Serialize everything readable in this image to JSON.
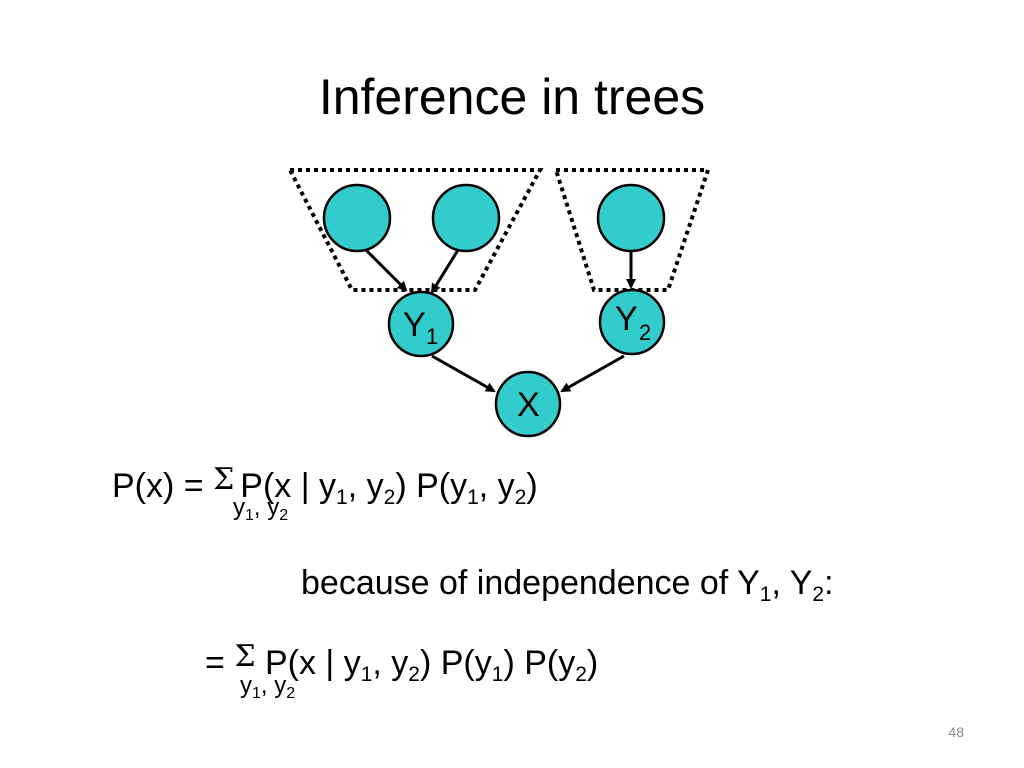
{
  "slide": {
    "title": "Inference in trees",
    "page_number": "48"
  },
  "diagram": {
    "node_fill": "#33cccc",
    "nodes": {
      "y1": {
        "label": "Y",
        "sub": "1"
      },
      "y2": {
        "label": "Y",
        "sub": "2"
      },
      "x": {
        "label": "X"
      }
    }
  },
  "equations": {
    "eq1": {
      "lhs": "P(x) = ",
      "sigma": "Σ",
      "p_open": "P(x | y",
      "sub_a": "1",
      "comma_a": ", y",
      "sub_b": "2",
      "mid": ") P(y",
      "sub_c": "1",
      "comma_c": ", y",
      "sub_d": "2",
      "close": ")",
      "under_y": "y",
      "under_sub1": "1",
      "under_comma": ", y",
      "under_sub2": "2"
    },
    "because": {
      "text": "because of independence of Y",
      "sub1": "1",
      "comma": ", Y",
      "sub2": "2",
      "colon": ":"
    },
    "eq2": {
      "lhs": "= ",
      "sigma": "Σ",
      "p_open": " P(x | y",
      "sub_a": "1",
      "comma_a": ", y",
      "sub_b": "2",
      "mid": ") P(y",
      "sub_c": "1",
      "mid2": ") P(y",
      "sub_d": "2",
      "close": ")",
      "under_y": "y",
      "under_sub1": "1",
      "under_comma": ", y",
      "under_sub2": "2"
    }
  }
}
